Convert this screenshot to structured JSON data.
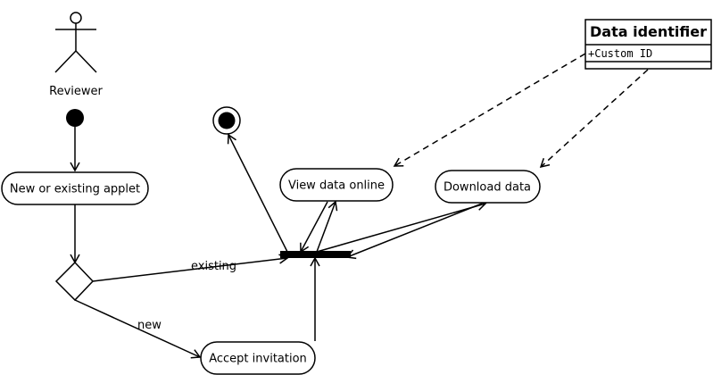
{
  "actor": {
    "label": "Reviewer"
  },
  "activities": {
    "new_or_existing": "New or existing applet",
    "view_online": "View data online",
    "download": "Download data",
    "accept_invitation": "Accept invitation"
  },
  "edges": {
    "existing": "existing",
    "new": "new"
  },
  "class_box": {
    "name": "Data identifier",
    "attribute": "+Custom ID"
  }
}
